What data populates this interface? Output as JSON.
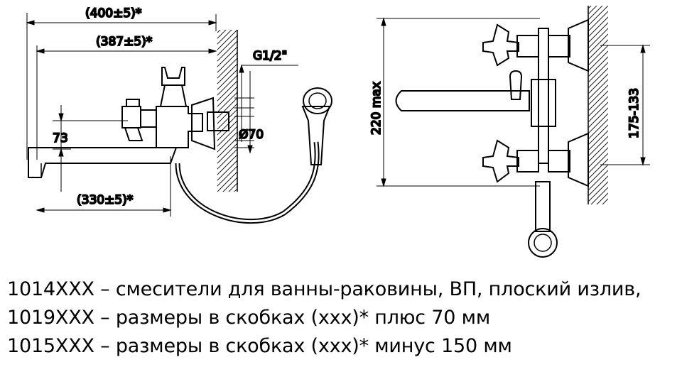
{
  "drawing": {
    "dims": {
      "overall_length": "(400±5)*",
      "spout_length": "(387±5)*",
      "thread": "G1/2\"",
      "height_73": "73",
      "diameter": "Ø70",
      "spout_reach": "(330±5)*",
      "height_max": "220 max",
      "centers": "175-133"
    }
  },
  "notes": [
    "1014XXX – смесители для ванны-раковины, ВП, плоский излив,",
    "1019XXX – размеры в скобках (xxx)* плюс 70 мм",
    "1015XXX – размеры в скобках (xxx)* минус 150 мм"
  ]
}
